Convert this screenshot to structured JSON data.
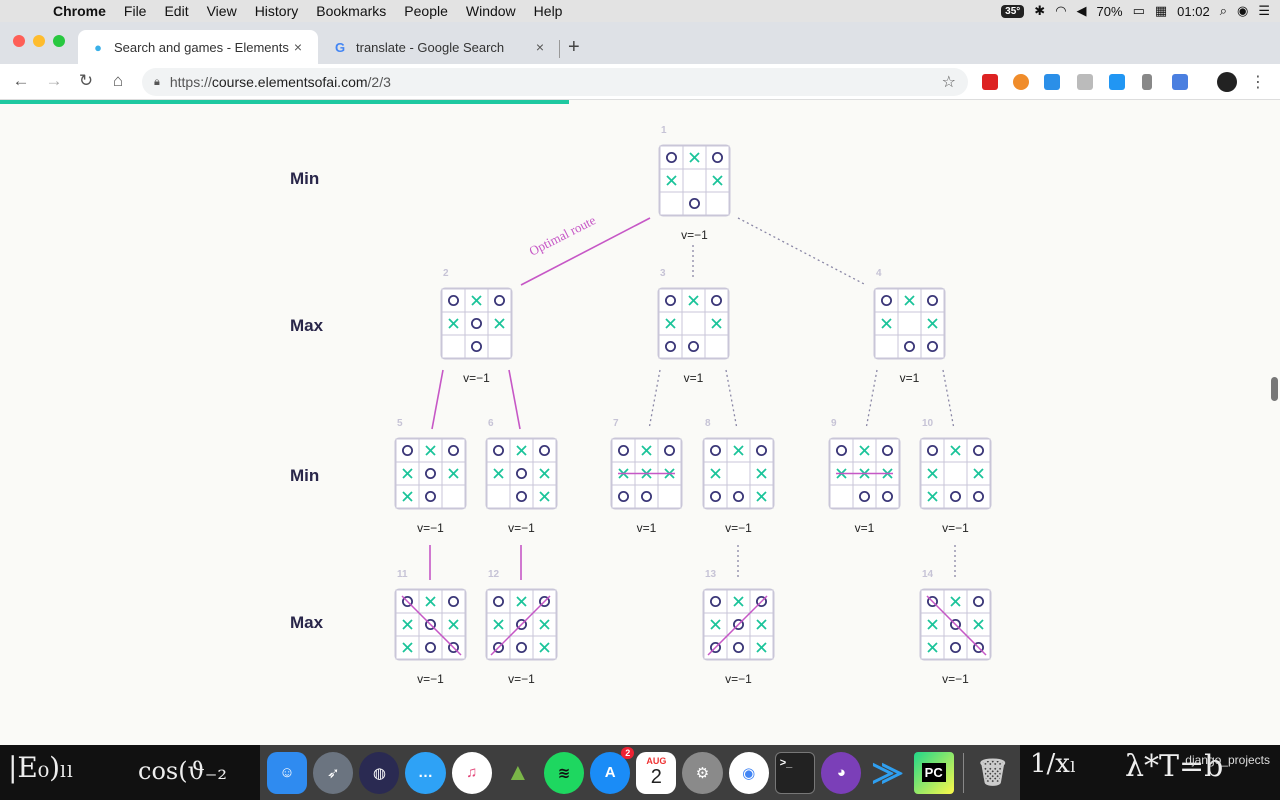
{
  "menubar": {
    "app": "Chrome",
    "items": [
      "File",
      "Edit",
      "View",
      "History",
      "Bookmarks",
      "People",
      "Window",
      "Help"
    ],
    "temp": "35°",
    "battery": "70%",
    "clock": "01:02"
  },
  "tabs": [
    {
      "title": "Search and games - Elements",
      "close": "×"
    },
    {
      "title": "translate - Google Search",
      "close": "×"
    }
  ],
  "newtab": "+",
  "omnibox": {
    "scheme": "https://",
    "host": "course.elementsofai.com",
    "path": "/2/3"
  },
  "colors": {
    "x_mark": "#1bc49a",
    "o_mark": "#3b3778",
    "highlight": "#c657c6",
    "progress": "#1ec8a0"
  },
  "tree": {
    "levels": [
      "Min",
      "Max",
      "Min",
      "Max"
    ],
    "route_label": "Optimal route",
    "nodes": [
      {
        "id": "1",
        "board": [
          "O",
          "X",
          "O",
          "X",
          "",
          "X",
          "",
          "O",
          ""
        ],
        "value": "v=−1",
        "win": null
      },
      {
        "id": "2",
        "board": [
          "O",
          "X",
          "O",
          "X",
          "O",
          "X",
          "",
          "O",
          ""
        ],
        "value": "v=−1",
        "win": null
      },
      {
        "id": "3",
        "board": [
          "O",
          "X",
          "O",
          "X",
          "",
          "X",
          "O",
          "O",
          ""
        ],
        "value": "v=1",
        "win": null
      },
      {
        "id": "4",
        "board": [
          "O",
          "X",
          "O",
          "X",
          "",
          "X",
          "",
          "O",
          "O"
        ],
        "value": "v=1",
        "win": null
      },
      {
        "id": "5",
        "board": [
          "O",
          "X",
          "O",
          "X",
          "O",
          "X",
          "X",
          "O",
          ""
        ],
        "value": "v=−1",
        "win": null
      },
      {
        "id": "6",
        "board": [
          "O",
          "X",
          "O",
          "X",
          "O",
          "X",
          "",
          "O",
          "X"
        ],
        "value": "v=−1",
        "win": null
      },
      {
        "id": "7",
        "board": [
          "O",
          "X",
          "O",
          "X",
          "X",
          "X",
          "O",
          "O",
          ""
        ],
        "value": "v=1",
        "win": "row2"
      },
      {
        "id": "8",
        "board": [
          "O",
          "X",
          "O",
          "X",
          "",
          "X",
          "O",
          "O",
          "X"
        ],
        "value": "v=−1",
        "win": null
      },
      {
        "id": "9",
        "board": [
          "O",
          "X",
          "O",
          "X",
          "X",
          "X",
          "",
          "O",
          "O"
        ],
        "value": "v=1",
        "win": "row2"
      },
      {
        "id": "10",
        "board": [
          "O",
          "X",
          "O",
          "X",
          "",
          "X",
          "X",
          "O",
          "O"
        ],
        "value": "v=−1",
        "win": null
      },
      {
        "id": "11",
        "board": [
          "O",
          "X",
          "O",
          "X",
          "O",
          "X",
          "X",
          "O",
          "O"
        ],
        "value": "v=−1",
        "win": "diag"
      },
      {
        "id": "12",
        "board": [
          "O",
          "X",
          "O",
          "X",
          "O",
          "X",
          "O",
          "O",
          "X"
        ],
        "value": "v=−1",
        "win": "anti"
      },
      {
        "id": "13",
        "board": [
          "O",
          "X",
          "O",
          "X",
          "O",
          "X",
          "O",
          "O",
          "X"
        ],
        "value": "v=−1",
        "win": "anti"
      },
      {
        "id": "14",
        "board": [
          "O",
          "X",
          "O",
          "X",
          "O",
          "X",
          "X",
          "O",
          "O"
        ],
        "value": "v=−1",
        "win": "diag"
      }
    ]
  },
  "dock": {
    "apps": [
      "finder-icon",
      "launchpad-icon",
      "siri-icon",
      "messages-icon",
      "itunes-icon",
      "android-studio-icon",
      "spotify-icon",
      "app-store-icon",
      "calendar-icon",
      "system-preferences-icon",
      "chrome-icon",
      "terminal-icon",
      "github-desktop-icon",
      "vscode-icon",
      "pycharm-icon",
      "trash-icon"
    ],
    "app_store_badge": "2",
    "calendar_month": "AUG",
    "calendar_day": "2",
    "pycharm_label": "PC",
    "terminal_label": ">_",
    "wallpaper_label": "django_projects"
  }
}
